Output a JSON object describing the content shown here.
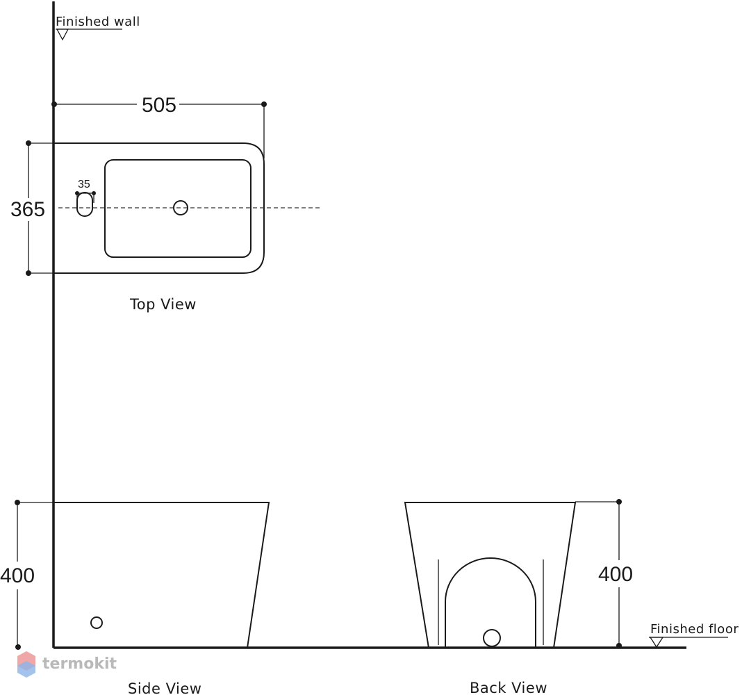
{
  "labels": {
    "finished_wall": "Finished wall",
    "finished_floor": "Finished floor",
    "top_view": "Top View",
    "side_view": "Side View",
    "back_view": "Back View"
  },
  "dimensions": {
    "top_width": "505",
    "top_depth": "365",
    "hole": "35",
    "side_height": "400",
    "back_height": "400"
  },
  "watermark": {
    "text": "termokit",
    "colors": [
      "#e98a8a",
      "#8cb4e8"
    ]
  }
}
